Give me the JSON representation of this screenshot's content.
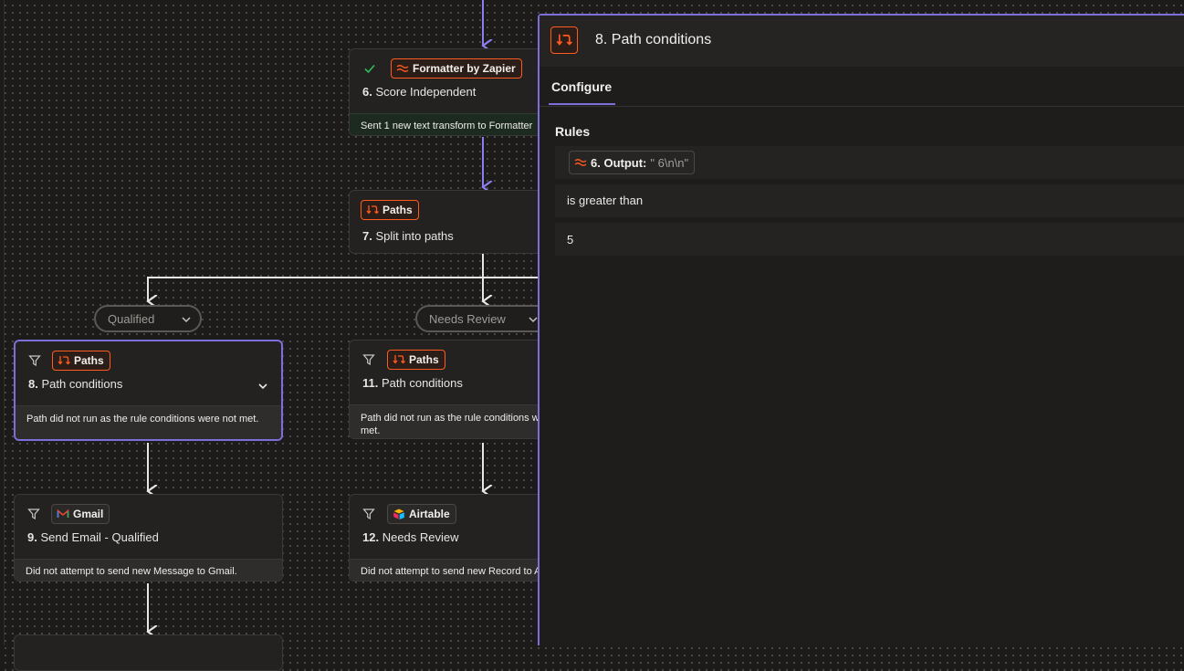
{
  "canvas": {
    "nodes": [
      {
        "app": "Formatter by Zapier",
        "step": "6.",
        "name": "Score Independent",
        "status": "Sent 1 new text transform to Formatter"
      },
      {
        "app": "Paths",
        "step": "7.",
        "name": "Split into paths"
      },
      {
        "app": "Paths",
        "step": "8.",
        "name": "Path conditions",
        "status": "Path did not run as the rule conditions were not met."
      },
      {
        "app": "Paths",
        "step": "11.",
        "name": "Path conditions",
        "status": "Path did not run as the rule conditions were not met."
      },
      {
        "app": "Gmail",
        "step": "9.",
        "name": "Send Email - Qualified",
        "status": "Did not attempt to send new Message to Gmail."
      },
      {
        "app": "Airtable",
        "step": "12.",
        "name": "Needs Review",
        "status": "Did not attempt to send new Record to Airtable."
      }
    ],
    "branches": [
      "Qualified",
      "Needs Review"
    ]
  },
  "panel": {
    "step": "8.",
    "title": "Path conditions",
    "tab": "Configure",
    "rules_label": "Rules",
    "rule": {
      "field_step": "6.",
      "field_name": "Output:",
      "field_value": "\" 6\\n\\n\"",
      "operator": "is greater than",
      "value": "5"
    }
  },
  "colors": {
    "accent": "#7c6fd9",
    "brand": "#ff5a1f",
    "success": "#2fbf5a",
    "background": "#1c1b1a"
  }
}
